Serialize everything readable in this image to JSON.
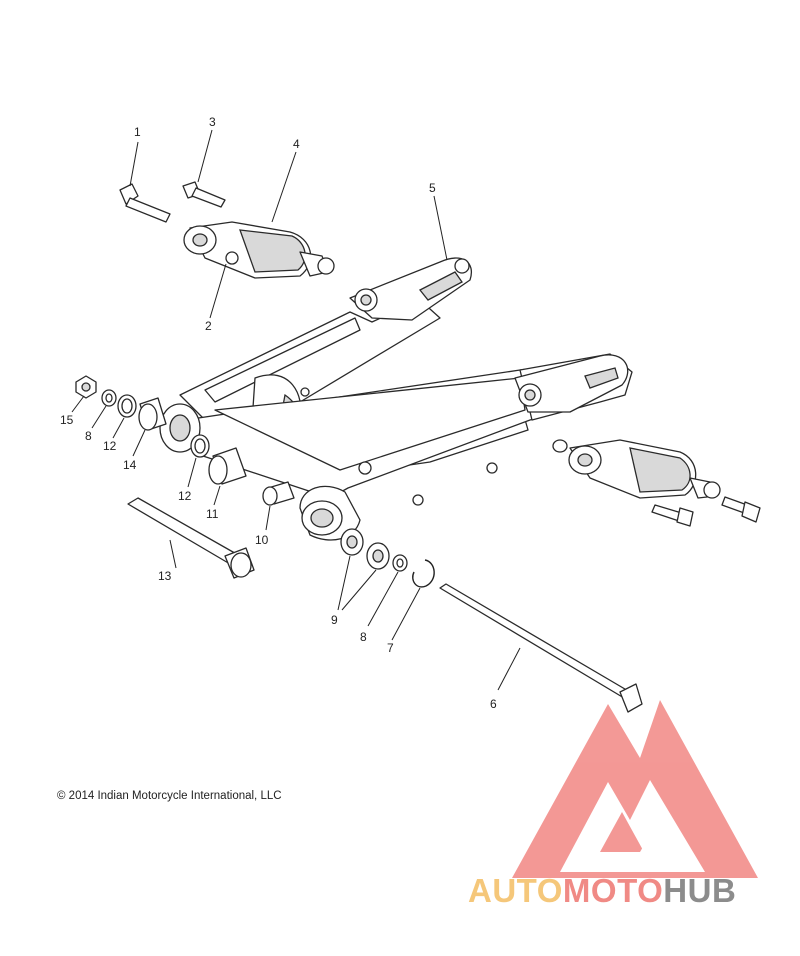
{
  "callouts": [
    {
      "id": "1",
      "label": "1"
    },
    {
      "id": "2",
      "label": "2"
    },
    {
      "id": "3",
      "label": "3"
    },
    {
      "id": "4",
      "label": "4"
    },
    {
      "id": "5",
      "label": "5"
    },
    {
      "id": "6",
      "label": "6"
    },
    {
      "id": "7",
      "label": "7"
    },
    {
      "id": "8a",
      "label": "8"
    },
    {
      "id": "8b",
      "label": "8"
    },
    {
      "id": "9",
      "label": "9"
    },
    {
      "id": "10",
      "label": "10"
    },
    {
      "id": "11",
      "label": "11"
    },
    {
      "id": "12a",
      "label": "12"
    },
    {
      "id": "12b",
      "label": "12"
    },
    {
      "id": "13",
      "label": "13"
    },
    {
      "id": "14",
      "label": "14"
    },
    {
      "id": "15",
      "label": "15"
    }
  ],
  "copyright": "© 2014 Indian Motorcycle International, LLC",
  "watermark": {
    "word_auto": "AUTO",
    "word_moto": "MOTO",
    "word_hub": "HUB",
    "color_auto": "#f5c77a",
    "color_moto": "#f08a85",
    "color_hub": "#8c8c8c",
    "color_mark": "#f07c78"
  }
}
